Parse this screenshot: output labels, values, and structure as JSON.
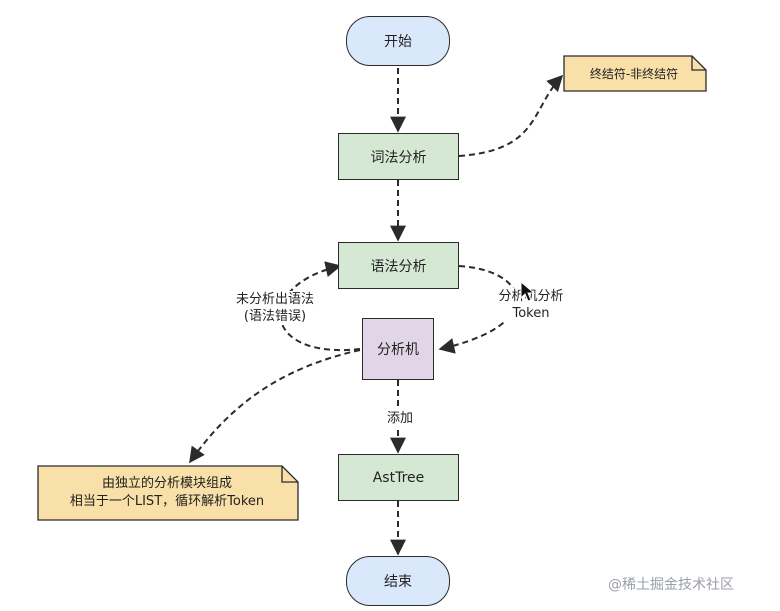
{
  "nodes": {
    "start": "开始",
    "lexer": "词法分析",
    "parser": "语法分析",
    "analyzer_machine": "分析机",
    "ast_tree": "AstTree",
    "end": "结束"
  },
  "notes": {
    "terminal_note": "终结符-非终结符",
    "module_note_line1": "由独立的分析模块组成",
    "module_note_line2": "相当于一个LIST，循环解析Token"
  },
  "edge_labels": {
    "no_syntax_line1": "未分析出语法",
    "no_syntax_line2": "(语法错误)",
    "token_line1": "分析机分析",
    "token_line2": "Token",
    "add": "添加"
  },
  "watermark": "@稀土掘金技术社区",
  "colors": {
    "terminal_fill": "#dae8fc",
    "process_fill": "#d5e8d4",
    "machine_fill": "#e1d5e7",
    "note_fill": "#f8e0a8",
    "stroke": "#2b2b2b"
  }
}
